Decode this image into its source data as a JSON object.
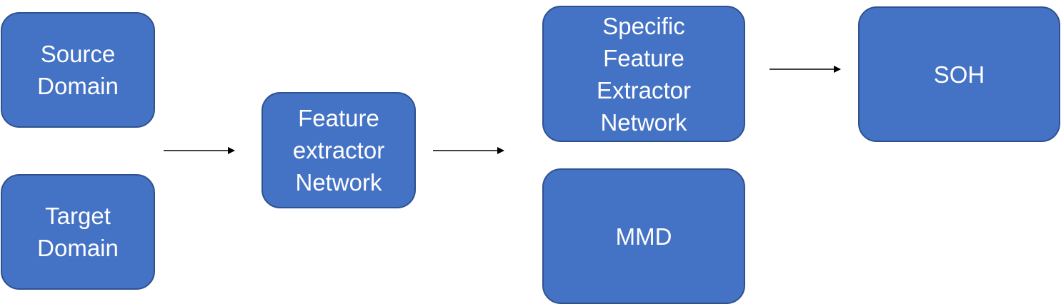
{
  "nodes": {
    "source_domain": "Source\nDomain",
    "target_domain": "Target\nDomain",
    "feature_extractor": "Feature\nextractor\nNetwork",
    "specific_feature_extractor": "Specific\nFeature\nExtractor\nNetwork",
    "mmd": "MMD",
    "soh": "SOH"
  },
  "colors": {
    "box_fill": "#4472c4",
    "box_border": "#2f528f",
    "text": "#ffffff",
    "arrow": "#000000"
  }
}
